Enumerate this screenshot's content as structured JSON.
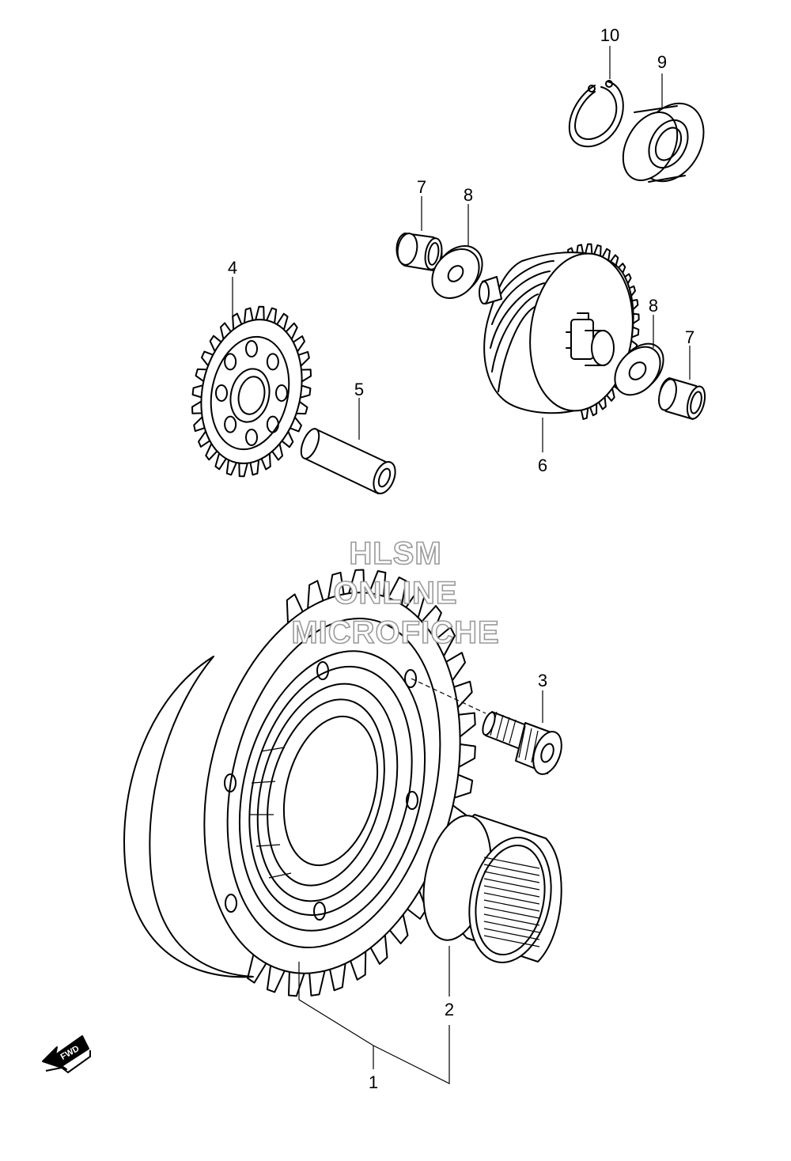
{
  "callouts": [
    {
      "id": "1",
      "label": "1"
    },
    {
      "id": "2",
      "label": "2"
    },
    {
      "id": "3",
      "label": "3"
    },
    {
      "id": "4",
      "label": "4"
    },
    {
      "id": "5",
      "label": "5"
    },
    {
      "id": "6",
      "label": "6"
    },
    {
      "id": "7a",
      "label": "7"
    },
    {
      "id": "7b",
      "label": "7"
    },
    {
      "id": "8a",
      "label": "8"
    },
    {
      "id": "8b",
      "label": "8"
    },
    {
      "id": "9",
      "label": "9"
    },
    {
      "id": "10",
      "label": "10"
    }
  ],
  "watermark": {
    "line1": "HLSM",
    "line2": "ONLINE",
    "line3": "MICROFICHE"
  },
  "fwd_arrow": {
    "label": "FWD"
  }
}
